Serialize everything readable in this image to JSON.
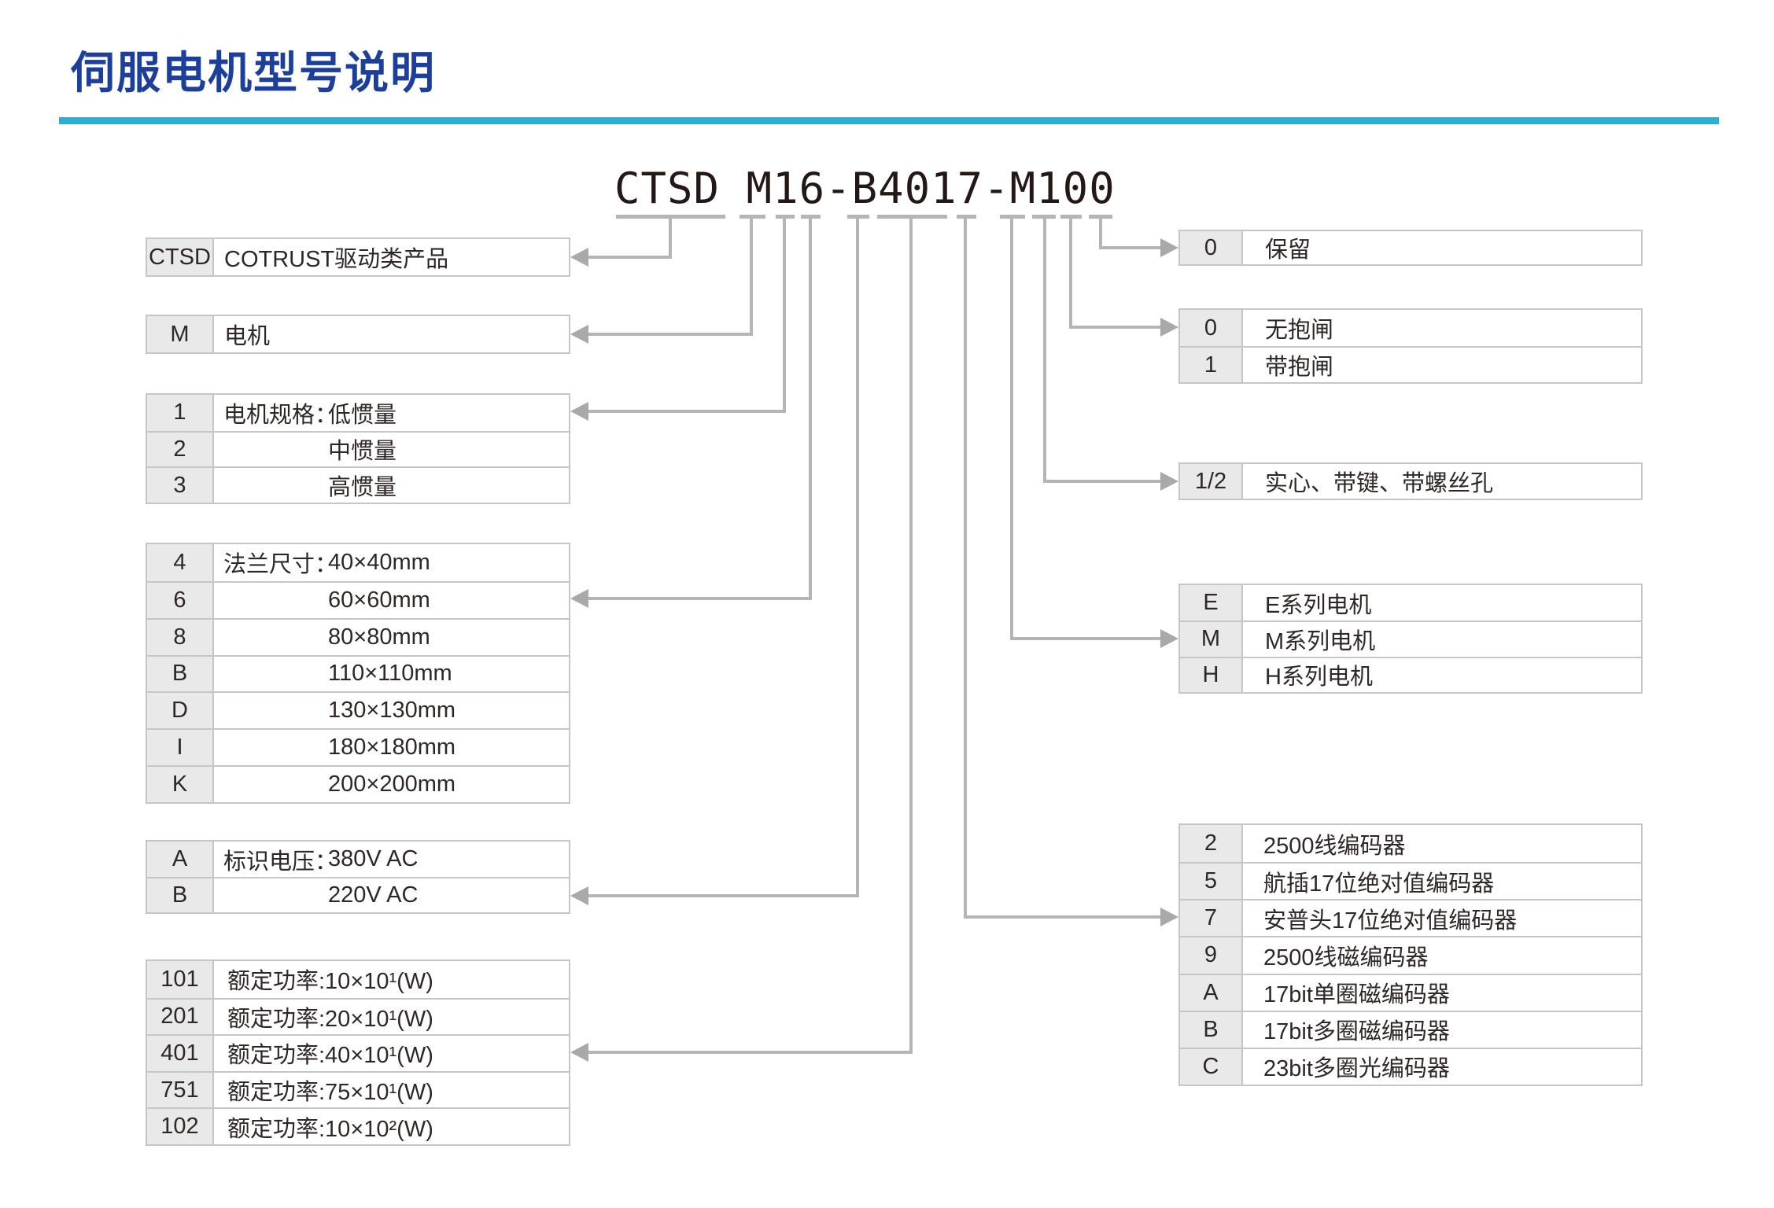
{
  "page": {
    "title": "伺服电机型号说明"
  },
  "model": {
    "text": "CTSD M16-B4017-M100"
  },
  "colors": {
    "title": "#1c3f9b",
    "rule": "#27b1d7",
    "line": "#b5b5b5",
    "arrow": "#a9a9a9",
    "key_bg": "#e9e9e9",
    "border": "#c6c6c6",
    "text": "#2e2725",
    "model": "#231815"
  },
  "left_tables": [
    {
      "name": "product-prefix",
      "rows": [
        {
          "key": "CTSD",
          "label": "",
          "value": "COTRUST驱动类产品"
        }
      ]
    },
    {
      "name": "motor",
      "rows": [
        {
          "key": "M",
          "label": "",
          "value": "电机"
        }
      ]
    },
    {
      "name": "motor-spec",
      "rows": [
        {
          "key": "1",
          "label": "电机规格：",
          "value": "低惯量"
        },
        {
          "key": "2",
          "label": "",
          "value": "中惯量"
        },
        {
          "key": "3",
          "label": "",
          "value": "高惯量"
        }
      ]
    },
    {
      "name": "flange-size",
      "rows": [
        {
          "key": "4",
          "label": "法兰尺寸：",
          "value": "40×40mm"
        },
        {
          "key": "6",
          "label": "",
          "value": "60×60mm"
        },
        {
          "key": "8",
          "label": "",
          "value": "80×80mm"
        },
        {
          "key": "B",
          "label": "",
          "value": "110×110mm"
        },
        {
          "key": "D",
          "label": "",
          "value": "130×130mm"
        },
        {
          "key": "I",
          "label": "",
          "value": "180×180mm"
        },
        {
          "key": "K",
          "label": "",
          "value": "200×200mm"
        }
      ]
    },
    {
      "name": "voltage",
      "rows": [
        {
          "key": "A",
          "label": "标识电压：",
          "value": "380V AC"
        },
        {
          "key": "B",
          "label": "",
          "value": "220V AC"
        }
      ]
    },
    {
      "name": "rated-power",
      "rows": [
        {
          "key": "101",
          "label": "",
          "value": "额定功率:10×10¹(W)"
        },
        {
          "key": "201",
          "label": "",
          "value": "额定功率:20×10¹(W)"
        },
        {
          "key": "401",
          "label": "",
          "value": "额定功率:40×10¹(W)"
        },
        {
          "key": "751",
          "label": "",
          "value": "额定功率:75×10¹(W)"
        },
        {
          "key": "102",
          "label": "",
          "value": "额定功率:10×10²(W)"
        }
      ]
    }
  ],
  "right_tables": [
    {
      "name": "reserved",
      "rows": [
        {
          "key": "0",
          "label": "",
          "value": "保留"
        }
      ]
    },
    {
      "name": "brake",
      "rows": [
        {
          "key": "0",
          "label": "",
          "value": "无抱闸"
        },
        {
          "key": "1",
          "label": "",
          "value": "带抱闸"
        }
      ]
    },
    {
      "name": "shaft-type",
      "rows": [
        {
          "key": "1/2",
          "label": "",
          "value": "实心、带键、带螺丝孔"
        }
      ]
    },
    {
      "name": "motor-series",
      "rows": [
        {
          "key": "E",
          "label": "",
          "value": "E系列电机"
        },
        {
          "key": "M",
          "label": "",
          "value": "M系列电机"
        },
        {
          "key": "H",
          "label": "",
          "value": "H系列电机"
        }
      ]
    },
    {
      "name": "encoder",
      "rows": [
        {
          "key": "2",
          "label": "",
          "value": "2500线编码器"
        },
        {
          "key": "5",
          "label": "",
          "value": "航插17位绝对值编码器"
        },
        {
          "key": "7",
          "label": "",
          "value": "安普头17位绝对值编码器"
        },
        {
          "key": "9",
          "label": "",
          "value": "2500线磁编码器"
        },
        {
          "key": "A",
          "label": "",
          "value": "17bit单圈磁编码器"
        },
        {
          "key": "B",
          "label": "",
          "value": "17bit多圈磁编码器"
        },
        {
          "key": "C",
          "label": "",
          "value": "23bit多圈光编码器"
        }
      ]
    }
  ]
}
